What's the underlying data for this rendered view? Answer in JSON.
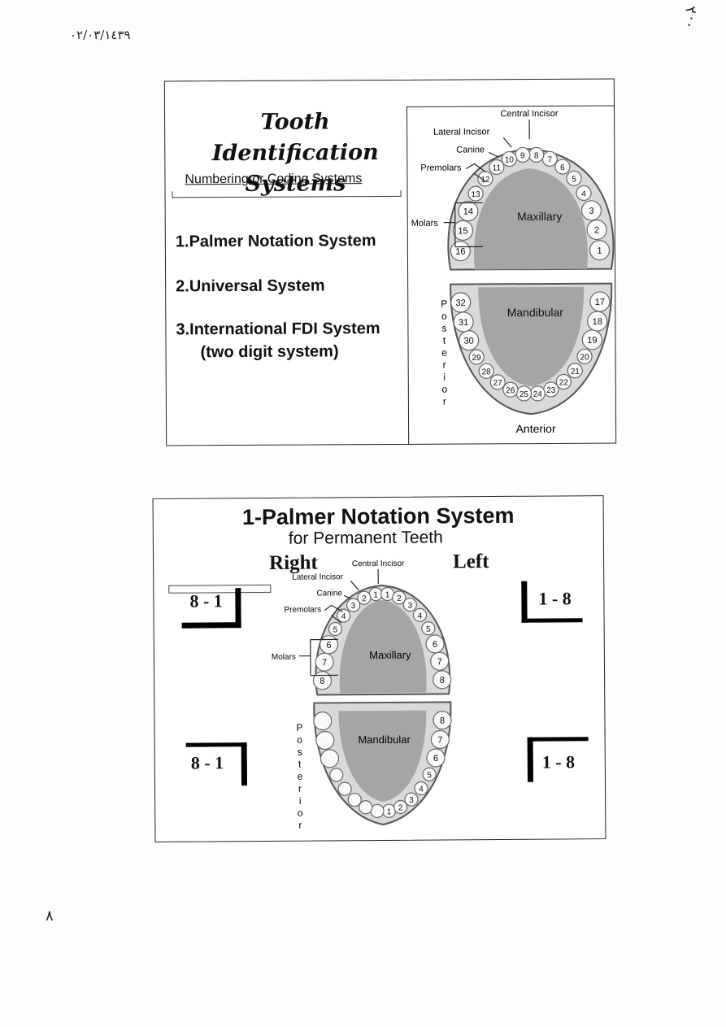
{
  "page": {
    "top_left_ref": "٠٢/٠٣/١٤٣٩",
    "top_right_mark": "٢٠.",
    "page_number": "٨"
  },
  "slide1": {
    "title_line1": "Tooth Identification",
    "title_line2": "Systems",
    "subtitle": "Numbering or Coding Systems",
    "items": [
      "1.Palmer Notation System",
      "2.Universal System",
      "3.International FDI System",
      "(two digit system)"
    ],
    "diagram": {
      "central_incisor": "Central Incisor",
      "lateral_incisor": "Lateral Incisor",
      "canine": "Canine",
      "premolars": "Premolars",
      "molars": "Molars",
      "maxillary": "Maxillary",
      "mandibular": "Mandibular",
      "posterior": "Posterior",
      "anterior": "Anterior",
      "upper_teeth": [
        "1",
        "2",
        "3",
        "4",
        "5",
        "6",
        "7",
        "8",
        "9",
        "10",
        "11",
        "12",
        "13",
        "14",
        "15",
        "16"
      ],
      "lower_teeth": [
        "17",
        "18",
        "19",
        "20",
        "21",
        "22",
        "23",
        "24",
        "25",
        "26",
        "27",
        "28",
        "29",
        "30",
        "31",
        "32"
      ]
    }
  },
  "slide2": {
    "title": "1-Palmer Notation System",
    "subtitle": "for Permanent Teeth",
    "right": "Right",
    "left": "Left",
    "quadrant_ur": "8 - 1",
    "quadrant_ul": "1 - 8",
    "quadrant_lr": "8 - 1",
    "quadrant_ll": "1 - 8",
    "diagram": {
      "central_incisor": "Central Incisor",
      "lateral_incisor": "Lateral Incisor",
      "canine": "Canine",
      "premolars": "Premolars",
      "molars": "Molars",
      "maxillary": "Maxillary",
      "mandibular": "Mandibular",
      "posterior": "Posterior",
      "teeth": [
        "1",
        "2",
        "3",
        "4",
        "5",
        "6",
        "7",
        "8"
      ]
    }
  }
}
